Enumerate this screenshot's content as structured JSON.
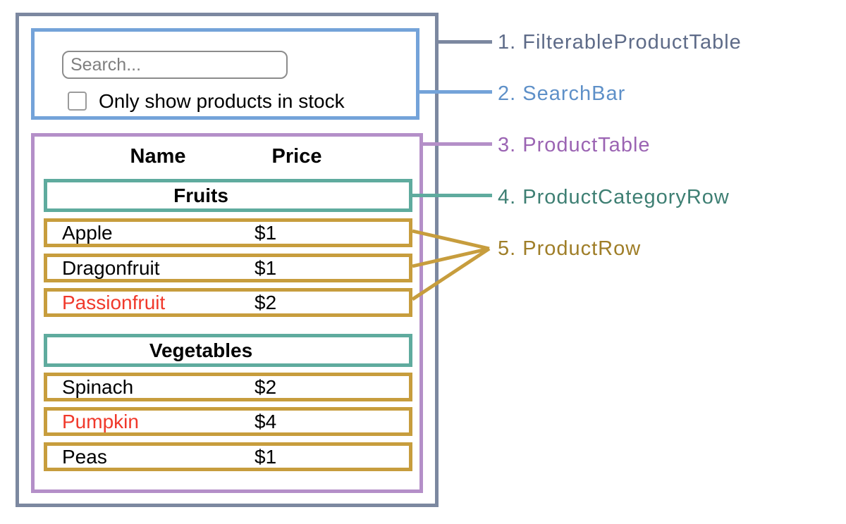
{
  "search_bar": {
    "placeholder": "Search...",
    "checkbox_label": "Only show products in stock",
    "checkbox_checked": false
  },
  "table": {
    "name_header": "Name",
    "price_header": "Price",
    "sections": [
      {
        "category": "Fruits",
        "rows": [
          {
            "name": "Apple",
            "price": "$1",
            "name_color": "#000000"
          },
          {
            "name": "Dragonfruit",
            "price": "$1",
            "name_color": "#000000"
          },
          {
            "name": "Passionfruit",
            "price": "$2",
            "name_color": "#f0392b"
          }
        ]
      },
      {
        "category": "Vegetables",
        "rows": [
          {
            "name": "Spinach",
            "price": "$2",
            "name_color": "#000000"
          },
          {
            "name": "Pumpkin",
            "price": "$4",
            "name_color": "#f0392b"
          },
          {
            "name": "Peas",
            "price": "$1",
            "name_color": "#000000"
          }
        ]
      }
    ]
  },
  "legend": {
    "items": [
      {
        "label": "1. FilterableProductTable",
        "color": "#5e6b88"
      },
      {
        "label": "2. SearchBar",
        "color": "#5e90c8"
      },
      {
        "label": "3. ProductTable",
        "color": "#9b64b3"
      },
      {
        "label": "4. ProductCategoryRow",
        "color": "#3e7f73"
      },
      {
        "label": "5. ProductRow",
        "color": "#9f7e28"
      }
    ]
  },
  "colors": {
    "filterable_product_table_border": "#7c88a0",
    "search_bar_border": "#74a3d9",
    "product_table_border": "#b48fc8",
    "category_row_border": "#5fab9e",
    "product_row_border": "#c79d3d",
    "out_of_stock_text": "#f0392b"
  }
}
